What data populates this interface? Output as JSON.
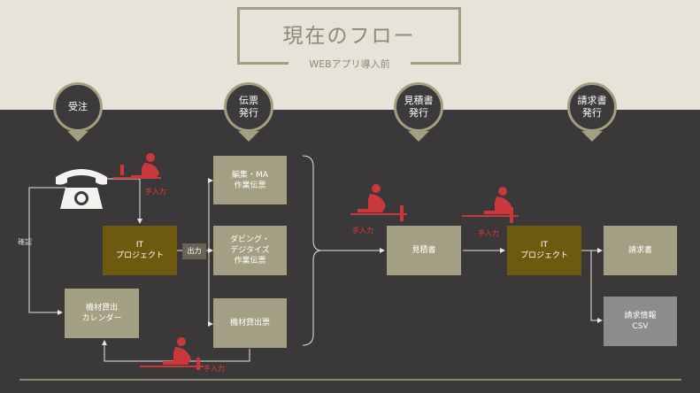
{
  "title": "現在のフロー",
  "subtitle": "WEBアプリ導入前",
  "stages": [
    "受注",
    "伝票\n発行",
    "見積書\n発行",
    "請求書\n発行"
  ],
  "boxes": {
    "it_project_1": "IT\nプロジェクト",
    "calendar": "機材貸出\nカレンダー",
    "slip_edit": "編集・MA\n作業伝票",
    "slip_dubbing": "ダビング・\nデジタイズ\n作業伝票",
    "slip_equipment": "機材貸出票",
    "estimate": "見積書",
    "it_project_2": "IT\nプロジェクト",
    "invoice": "請求書",
    "invoice_csv": "請求情報\nCSV"
  },
  "labels": {
    "output": "出力",
    "confirm": "確認",
    "manual_input": "手入力"
  },
  "colors": {
    "dark_bg": "#3b3839",
    "light_bg": "#e6e3d8",
    "olive": "#a39f82",
    "brown": "#6e5a0e",
    "accent_red": "#d83a3a"
  }
}
